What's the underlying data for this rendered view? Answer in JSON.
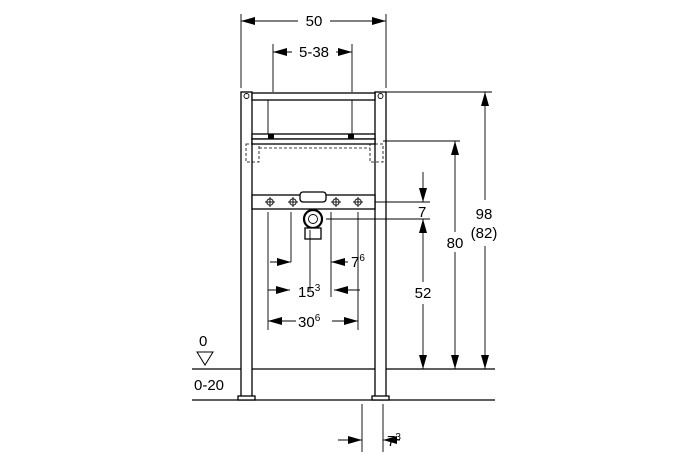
{
  "dimensions": {
    "width_total": "50",
    "crossbar_range": "5-38",
    "height_total": "98",
    "height_total_alt": "(82)",
    "height_80": "80",
    "height_52": "52",
    "offset_7": "7",
    "d_15_base": "15",
    "d_15_sup": "3",
    "d_7_base": "7",
    "d_7_sup": "6",
    "d_30_base": "30",
    "d_30_sup": "6",
    "d_73_base": "7",
    "d_73_sup": "3",
    "floor_level": "0",
    "floor_range": "0-20"
  }
}
